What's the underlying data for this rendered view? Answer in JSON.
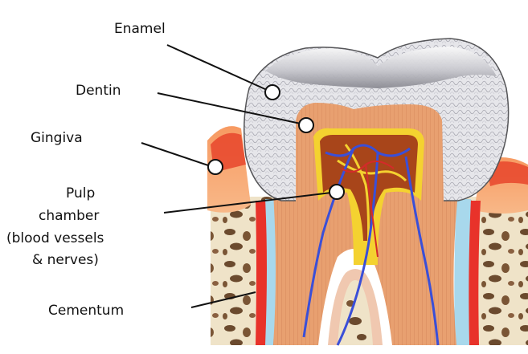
{
  "labels": {
    "enamel": "Enamel",
    "dentin": "Dentin",
    "gingiva": "Gingiva",
    "pulp_line1": "Pulp",
    "pulp_line2": "chamber",
    "pulp_line3": "(blood vessels",
    "pulp_line4": "& nerves)",
    "cementum": "Cementum"
  },
  "colors": {
    "enamel_light": "#f2f2f4",
    "enamel_dark": "#8f8f95",
    "enamel_mesh": "#b8b8c0",
    "dentin": "#e8a070",
    "dentin_dark": "#c8744a",
    "gingiva": "#f7a06a",
    "gingiva_red": "#e8452c",
    "bone": "#efe3c8",
    "bone_spot": "#6b4a2e",
    "cementum_blue": "#a8d8ec",
    "cementum_red": "#e8322a",
    "pulp": "#a8451a",
    "pulp_yellow": "#f4d230",
    "vessel_blue": "#3a4fd8",
    "vessel_red": "#d42a2a"
  }
}
